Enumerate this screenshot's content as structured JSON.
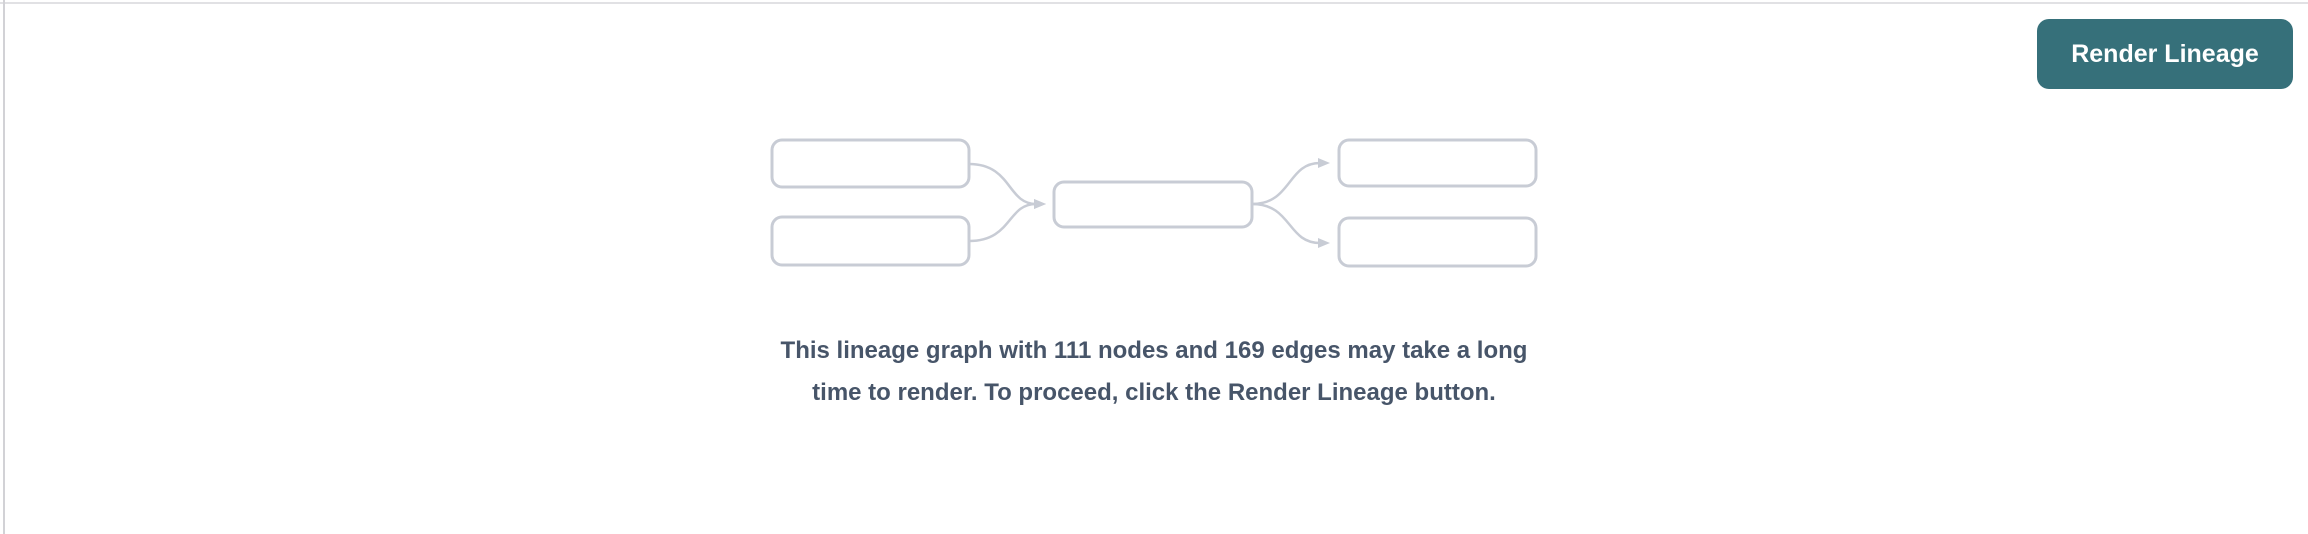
{
  "frame": {
    "background": "#ffffff",
    "top_border_color": "#e1e1e4",
    "left_border_color": "#d2d2d6"
  },
  "toolbar": {
    "render_button_label": "Render Lineage"
  },
  "theme": {
    "button_bg": "#36707a",
    "button_text_color": "#ffffff",
    "message_color": "#475569",
    "placeholder_stroke": "#c8ccd5"
  },
  "lineage": {
    "node_count": 111,
    "edge_count": 169,
    "message": "This lineage graph with 111 nodes and 169 edges may take a long time to render. To proceed, click the Render Lineage button.",
    "placeholder": {
      "left_nodes": 2,
      "middle_nodes": 1,
      "right_nodes": 2,
      "edges": 4
    }
  }
}
